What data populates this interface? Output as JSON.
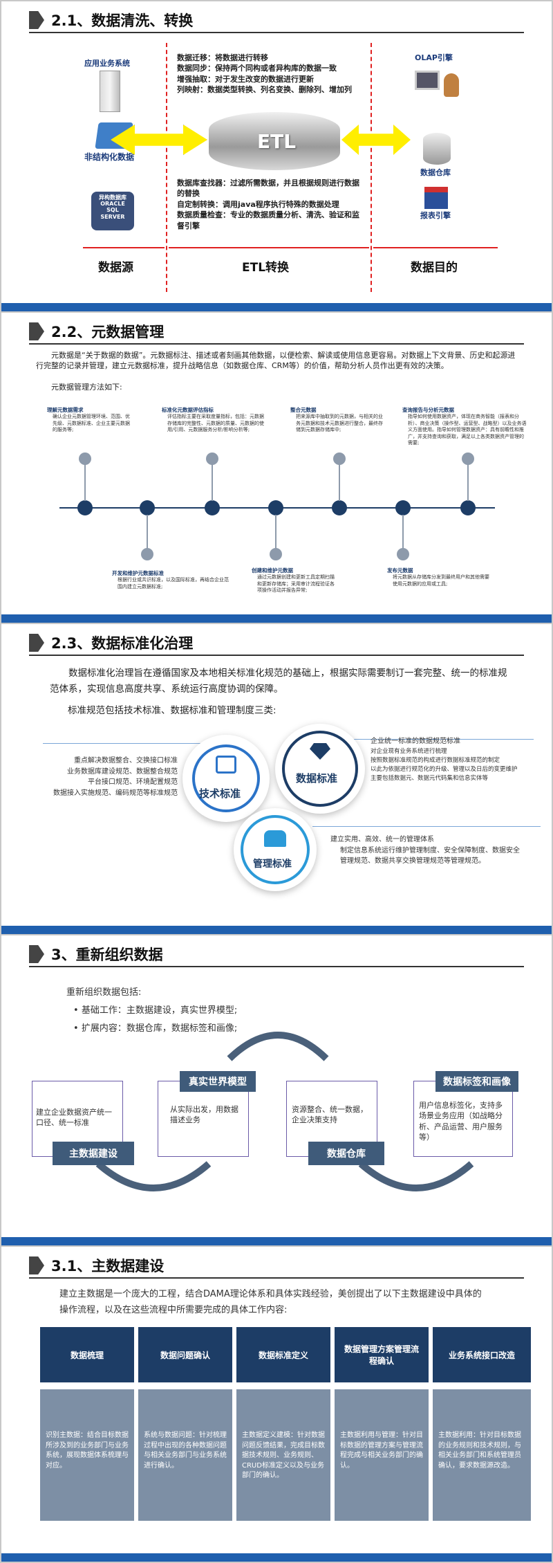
{
  "s1": {
    "title": "2.1、数据清洗、转换",
    "left_icons": [
      "应用业务系统",
      "非结构化数据"
    ],
    "db_label": [
      "异构数据库",
      "ORACLE",
      "SQL",
      "SERVER"
    ],
    "right_icons": [
      "OLAP引擎",
      "数据仓库",
      "报表引擎"
    ],
    "etl": "ETL",
    "top_text": [
      "数据迁移：将数据进行转移",
      "数据同步：保持两个同构或者异构库的数据一致",
      "增强抽取：对于发生改变的数据进行更新",
      "列映射：数据类型转换、列名变换、删除列、增加列"
    ],
    "bottom_text": [
      "数据库查找器：过滤所需数据，并且根据规则进行数据的替换",
      "自定制转换：调用java程序执行特殊的数据处理",
      "数据质量检查：专业的数据质量分析、清洗、验证和监督引擎"
    ],
    "labels": [
      "数据源",
      "ETL转换",
      "数据目的"
    ]
  },
  "s2": {
    "title": "2.2、元数据管理",
    "intro": "元数据是“关于数据的数据”。元数据标注、描述或者刻画其他数据，以便检索、解读或使用信息更容易。对数据上下文背景、历史和起源进行完整的记录并管理，建立元数据标准，提升战略信息（如数据仓库、CRM等）的价值，帮助分析人员作出更有效的决策。",
    "intro2": "元数据管理方法如下:",
    "top": [
      {
        "h": "理解元数据需求",
        "b": "确认企业元数据管理环境、范围、优先级、元数据标准、企业主要元数据的服务等;"
      },
      {
        "h": "标准化元数据评估指标",
        "b": "评估指标主要在采取度量指标，包括：元数据存储库的完整性、元数据的质量、元数据的使用/引用、元数据服务分析/影响分析等;"
      },
      {
        "h": "整合元数据",
        "b": "把来源库中抽取到的元数据，与相关的业务元数据和技术元数据进行整合，最终存储到元数据存储库中;"
      },
      {
        "h": "查询报告与分析元数据",
        "b": "指导如何使用数据资产，体现在商务智能（报表和分析）、商业决策（操作型、运营型、战略型）以及业务语义方面使用。指导如何管理数据资产：具有前瞻性和推广，并支持查询和获取，满足以上各类数据资产管理的需要;"
      }
    ],
    "bottom": [
      {
        "h": "开发和维护元数据标准",
        "b": "根据行业或共识标准，以及国际标准，再结合企业范围内建立元数据标准;"
      },
      {
        "h": "创建和维护元数据",
        "b": "通过元数据创建和更新工具定期扫描和更新存储库；采用审计流程验证各项操作活动并报告异常;"
      },
      {
        "h": "发布元数据",
        "b": "将元数据从存储库分发到最终用户和其他需要使用元数据的应用或工具;"
      }
    ]
  },
  "s3": {
    "title": "2.3、数据标准化治理",
    "p1": "数据标准化治理旨在遵循国家及本地相关标准化规范的基础上，根据实际需要制订一套完整、统一的标准规范体系，实现信息高度共享、系统运行高度协调的保障。",
    "p2": "标准规范包括技术标准、数据标准和管理制度三类:",
    "tech": {
      "label": "技术标准",
      "items": [
        "重点解决数据整合、交换接口标准",
        "业务数据库建设规范、数据整合规范",
        "平台接口规范、环境配置规范",
        "数据接入实施规范、编码规范等标准规范"
      ]
    },
    "data": {
      "label": "数据标准",
      "items": [
        "企业统一标准的数据规范标准",
        "对企业现有业务系统进行梳理",
        "按照数据标准规范的构成进行数据标准规范的制定",
        "以此为依据进行规范化的升级、管理以及日后的变更维护",
        "主要包括数据元、数据元代码集和信息实体等"
      ]
    },
    "mgmt": {
      "label": "管理标准",
      "items": [
        "建立实用、高效、统一的管理体系",
        "制定信息系统运行维护管理制度、安全保障制度、数据安全管理规范、数据共享交换管理规范等管理规范。"
      ]
    }
  },
  "s4": {
    "title": "3、重新组织数据",
    "intro": "重新组织数据包括:",
    "bullets": [
      "基础工作：主数据建设，真实世界模型;",
      "扩展内容：数据仓库，数据标签和画像;"
    ],
    "steps": [
      {
        "label": "主数据建设",
        "text": "建立企业数据资产统一口径、统一标准"
      },
      {
        "label": "真实世界模型",
        "text": "从实际出发，用数据描述业务"
      },
      {
        "label": "数据仓库",
        "text": "资源整合、统一数据，企业决策支持"
      },
      {
        "label": "数据标签和画像",
        "text": "用户信息标签化，支持多场景业务应用（如战略分析、产品运营、用户服务等）"
      }
    ]
  },
  "s5": {
    "title": "3.1、主数据建设",
    "intro": "建立主数据是一个庞大的工程，结合DAMA理论体系和具体实践经验，美创提出了以下主数据建设中具体的操作流程，以及在这些流程中所需要完成的具体工作内容:",
    "cols": [
      {
        "h": "数据梳理",
        "b": "识别主数据：结合目标数据所涉及到的业务部门与业务系统，展现数据体系梳理与对应。"
      },
      {
        "h": "数据问题确认",
        "b": "系统与数据问题：针对梳理过程中出现的各种数据问题与相关业务部门与业务系统进行确认。"
      },
      {
        "h": "数据标准定义",
        "b": "主数据定义建模：针对数据问题反馈结果，完成目标数据技术规则、业务规则、CRUD标准定义以及与业务部门的确认。"
      },
      {
        "h": "数据管理方案管理流程确认",
        "b": "主数据利用与管理：针对目标数据的管理方案与管理流程完成与相关业务部门的确认。"
      },
      {
        "h": "业务系统接口改造",
        "b": "主数据利用：针对目标数据的业务规则和技术规则，与相关业务部门和系统管理员确认，要求数据源改造。"
      }
    ]
  }
}
